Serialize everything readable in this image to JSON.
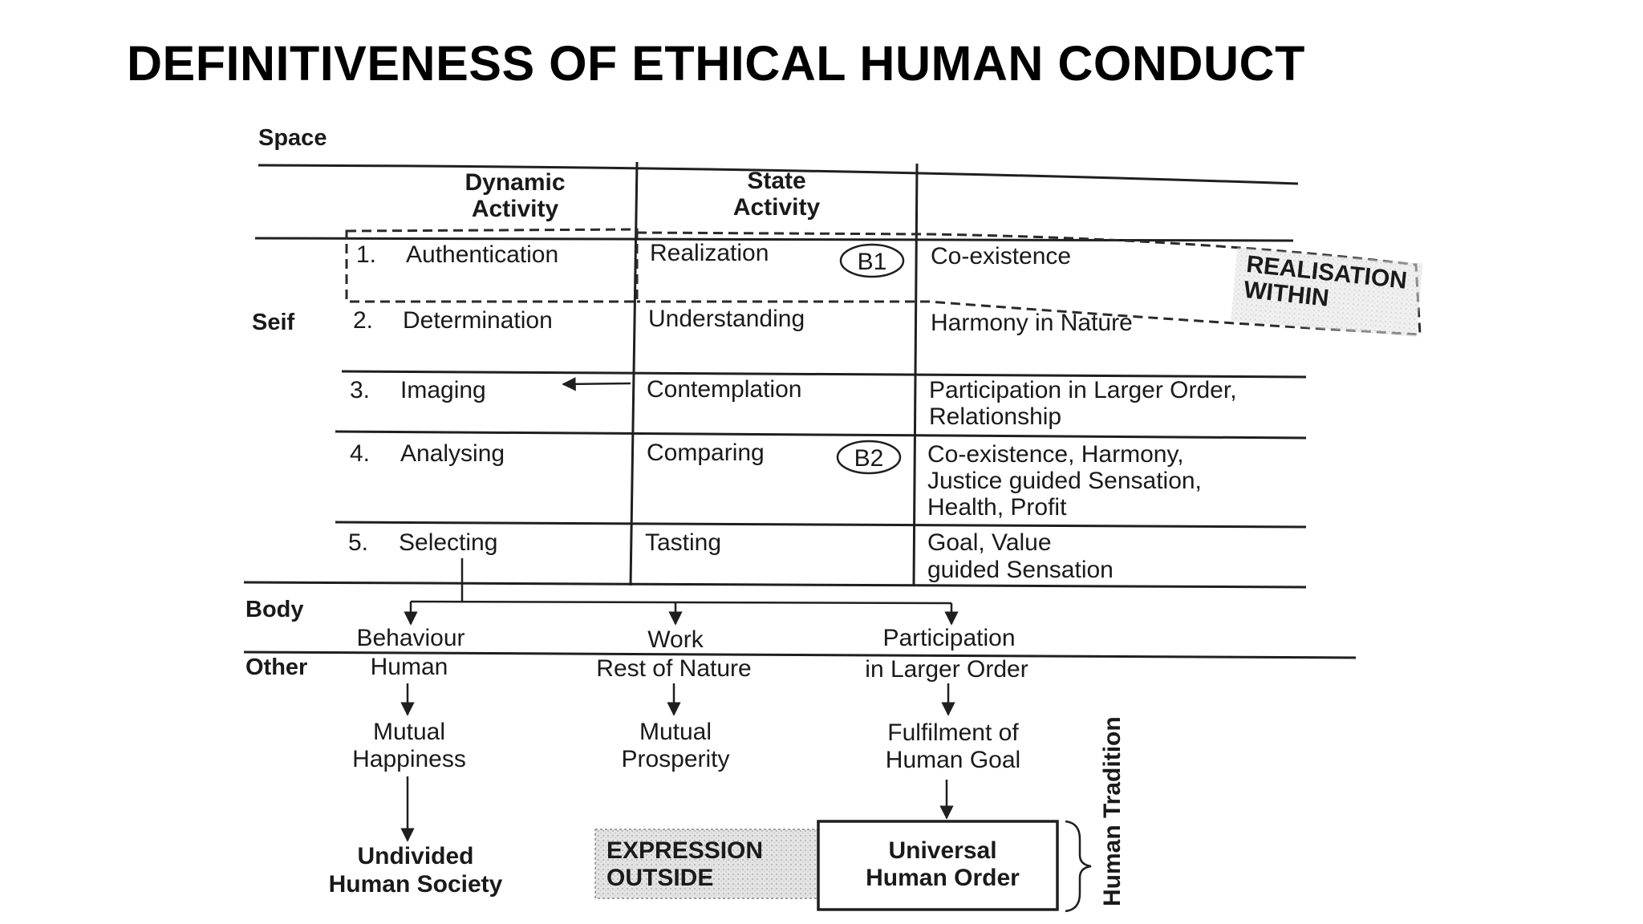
{
  "page_title": "DEFINITIVENESS OF ETHICAL HUMAN CONDUCT",
  "row_labels": {
    "space": "Space",
    "self": "Seif",
    "body": "Body",
    "other": "Other"
  },
  "column_headers": {
    "dynamic": [
      "Dynamic",
      "Activity"
    ],
    "state": [
      "State",
      "Activity"
    ]
  },
  "rows": [
    {
      "num": "1.",
      "dynamic": "Authentication",
      "state": "Realization",
      "badge": "B1",
      "outcome": [
        "Co-existence"
      ]
    },
    {
      "num": "2.",
      "dynamic": "Determination",
      "state": "Understanding",
      "badge": "",
      "outcome": [
        "Harmony in Nature"
      ]
    },
    {
      "num": "3.",
      "dynamic": "Imaging",
      "state": "Contemplation",
      "badge": "",
      "outcome": [
        "Participation in Larger Order,",
        "Relationship"
      ]
    },
    {
      "num": "4.",
      "dynamic": "Analysing",
      "state": "Comparing",
      "badge": "B2",
      "outcome": [
        "Co-existence, Harmony,",
        "Justice guided Sensation,",
        "Health, Profit"
      ]
    },
    {
      "num": "5.",
      "dynamic": "Selecting",
      "state": "Tasting",
      "badge": "",
      "outcome": [
        "Goal, Value",
        "guided Sensation"
      ]
    }
  ],
  "realisation_box": [
    "REALISATION",
    "WITHIN"
  ],
  "flow": {
    "behaviour": {
      "label": "Behaviour",
      "target": "Human",
      "result": [
        "Mutual",
        "Happiness"
      ],
      "final": [
        "Undivided",
        "Human Society"
      ]
    },
    "work": {
      "label": "Work",
      "target": "Rest of Nature",
      "result": [
        "Mutual",
        "Prosperity"
      ]
    },
    "participation": {
      "label": "Participation",
      "target": "in Larger Order",
      "result": [
        "Fulfilment of",
        "Human Goal"
      ],
      "final": [
        "Universal",
        "Human Order"
      ]
    }
  },
  "expression_box": [
    "EXPRESSION",
    "OUTSIDE"
  ],
  "brace_label": "Human Tradition"
}
